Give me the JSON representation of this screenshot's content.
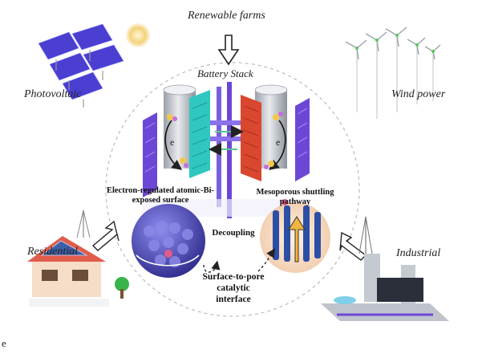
{
  "labels": {
    "renewable_farms": "Renewable farms",
    "photovoltaic": "Photovoltaic",
    "wind_power": "Wind power",
    "battery_stack": "Battery Stack",
    "residential": "Residential",
    "industrial": "Industrial",
    "electron_regulated": "Electron-regulated atomic-Bi-exposed surface",
    "mesoporous": "Mesoporous shuttling pathway",
    "decoupling": "Decoupling",
    "interface": "Surface-to-pore catalytic interface",
    "electron_left": "e",
    "electron_right": "e",
    "stray": "e"
  },
  "colors": {
    "panel_blue": "#4a3fd1",
    "electrode_cyan": "#2fc7c0",
    "electrode_red": "#d9472f",
    "frame_purple": "#6c47d6",
    "sun": "#f5d27a"
  }
}
